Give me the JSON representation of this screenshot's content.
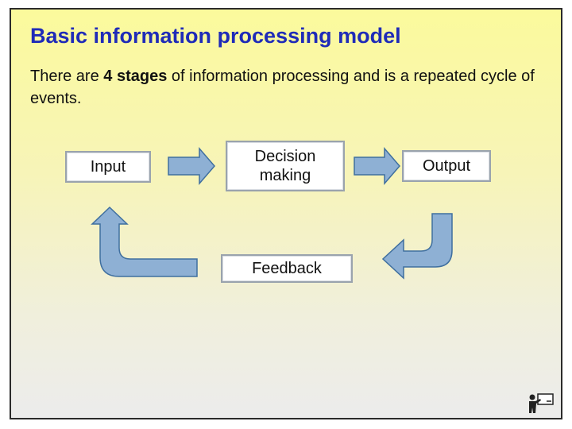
{
  "slide": {
    "title": "Basic information processing model",
    "text_before": "There are ",
    "text_bold": "4 stages",
    "text_after": " of information processing and is a repeated cycle of events."
  },
  "stages": {
    "input": "Input",
    "decision_making": "Decision making",
    "output": "Output",
    "feedback": "Feedback"
  },
  "colors": {
    "title": "#1f2bb8",
    "arrow_fill": "#8eb0d4",
    "arrow_stroke": "#3f6f9f",
    "box_border": "#9aa3ad"
  },
  "icons": {
    "corner": "teacher-pointing-icon"
  }
}
